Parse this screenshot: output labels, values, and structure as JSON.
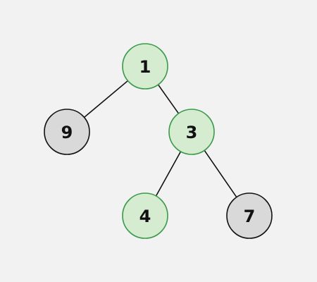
{
  "tree": {
    "colors": {
      "highlight_fill": "#d5ecd0",
      "highlight_stroke": "#3a9a4a",
      "default_fill": "#d9d9d9",
      "default_stroke": "#111111"
    },
    "nodes": [
      {
        "id": "n1",
        "label": "1",
        "highlighted": true
      },
      {
        "id": "n9",
        "label": "9",
        "highlighted": false
      },
      {
        "id": "n3",
        "label": "3",
        "highlighted": true
      },
      {
        "id": "n4",
        "label": "4",
        "highlighted": true
      },
      {
        "id": "n7",
        "label": "7",
        "highlighted": false
      }
    ],
    "edges": [
      {
        "from": "n1",
        "to": "n9"
      },
      {
        "from": "n1",
        "to": "n3"
      },
      {
        "from": "n3",
        "to": "n4"
      },
      {
        "from": "n3",
        "to": "n7"
      }
    ]
  }
}
